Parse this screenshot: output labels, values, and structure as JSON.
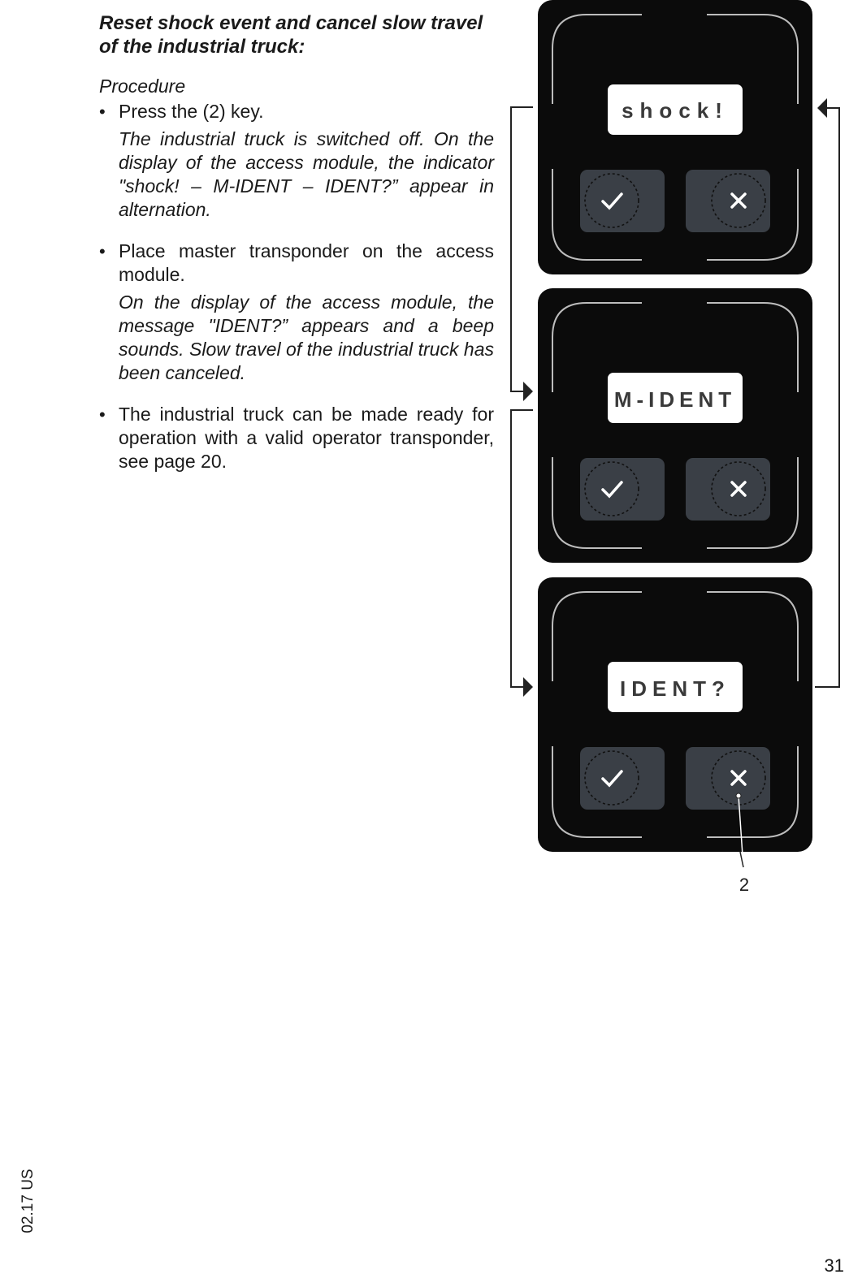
{
  "heading": "Reset shock event and cancel slow travel of the industrial truck:",
  "procedure_label": "Procedure",
  "steps": [
    {
      "bullet": "•",
      "action": "Press the  (2) key.",
      "result": "The industrial truck is switched off. On the display of the access module, the indicator \"shock! – M-IDENT – IDENT?” appear in alternation."
    },
    {
      "bullet": "•",
      "action": "Place master transponder on the access module.",
      "result": "On the display of the access module, the message \"IDENT?” appears and a beep sounds. Slow travel of the industrial truck has been canceled."
    },
    {
      "bullet": "•",
      "action": "The industrial truck can be made ready for operation with a valid operator transponder, see page 20.",
      "result": ""
    }
  ],
  "figure": {
    "screens": [
      {
        "display": "shock!",
        "confirm_icon": "check-icon",
        "cancel_icon": "cross-icon"
      },
      {
        "display": "M-IDENT",
        "confirm_icon": "check-icon",
        "cancel_icon": "cross-icon"
      },
      {
        "display": "IDENT?",
        "confirm_icon": "check-icon",
        "cancel_icon": "cross-icon"
      }
    ],
    "callout_label": "2",
    "panel_color": "#0b0b0b",
    "button_color": "#3a3f46",
    "display_color": "#ffffff"
  },
  "side_code": "02.17 US",
  "page_number": "31"
}
